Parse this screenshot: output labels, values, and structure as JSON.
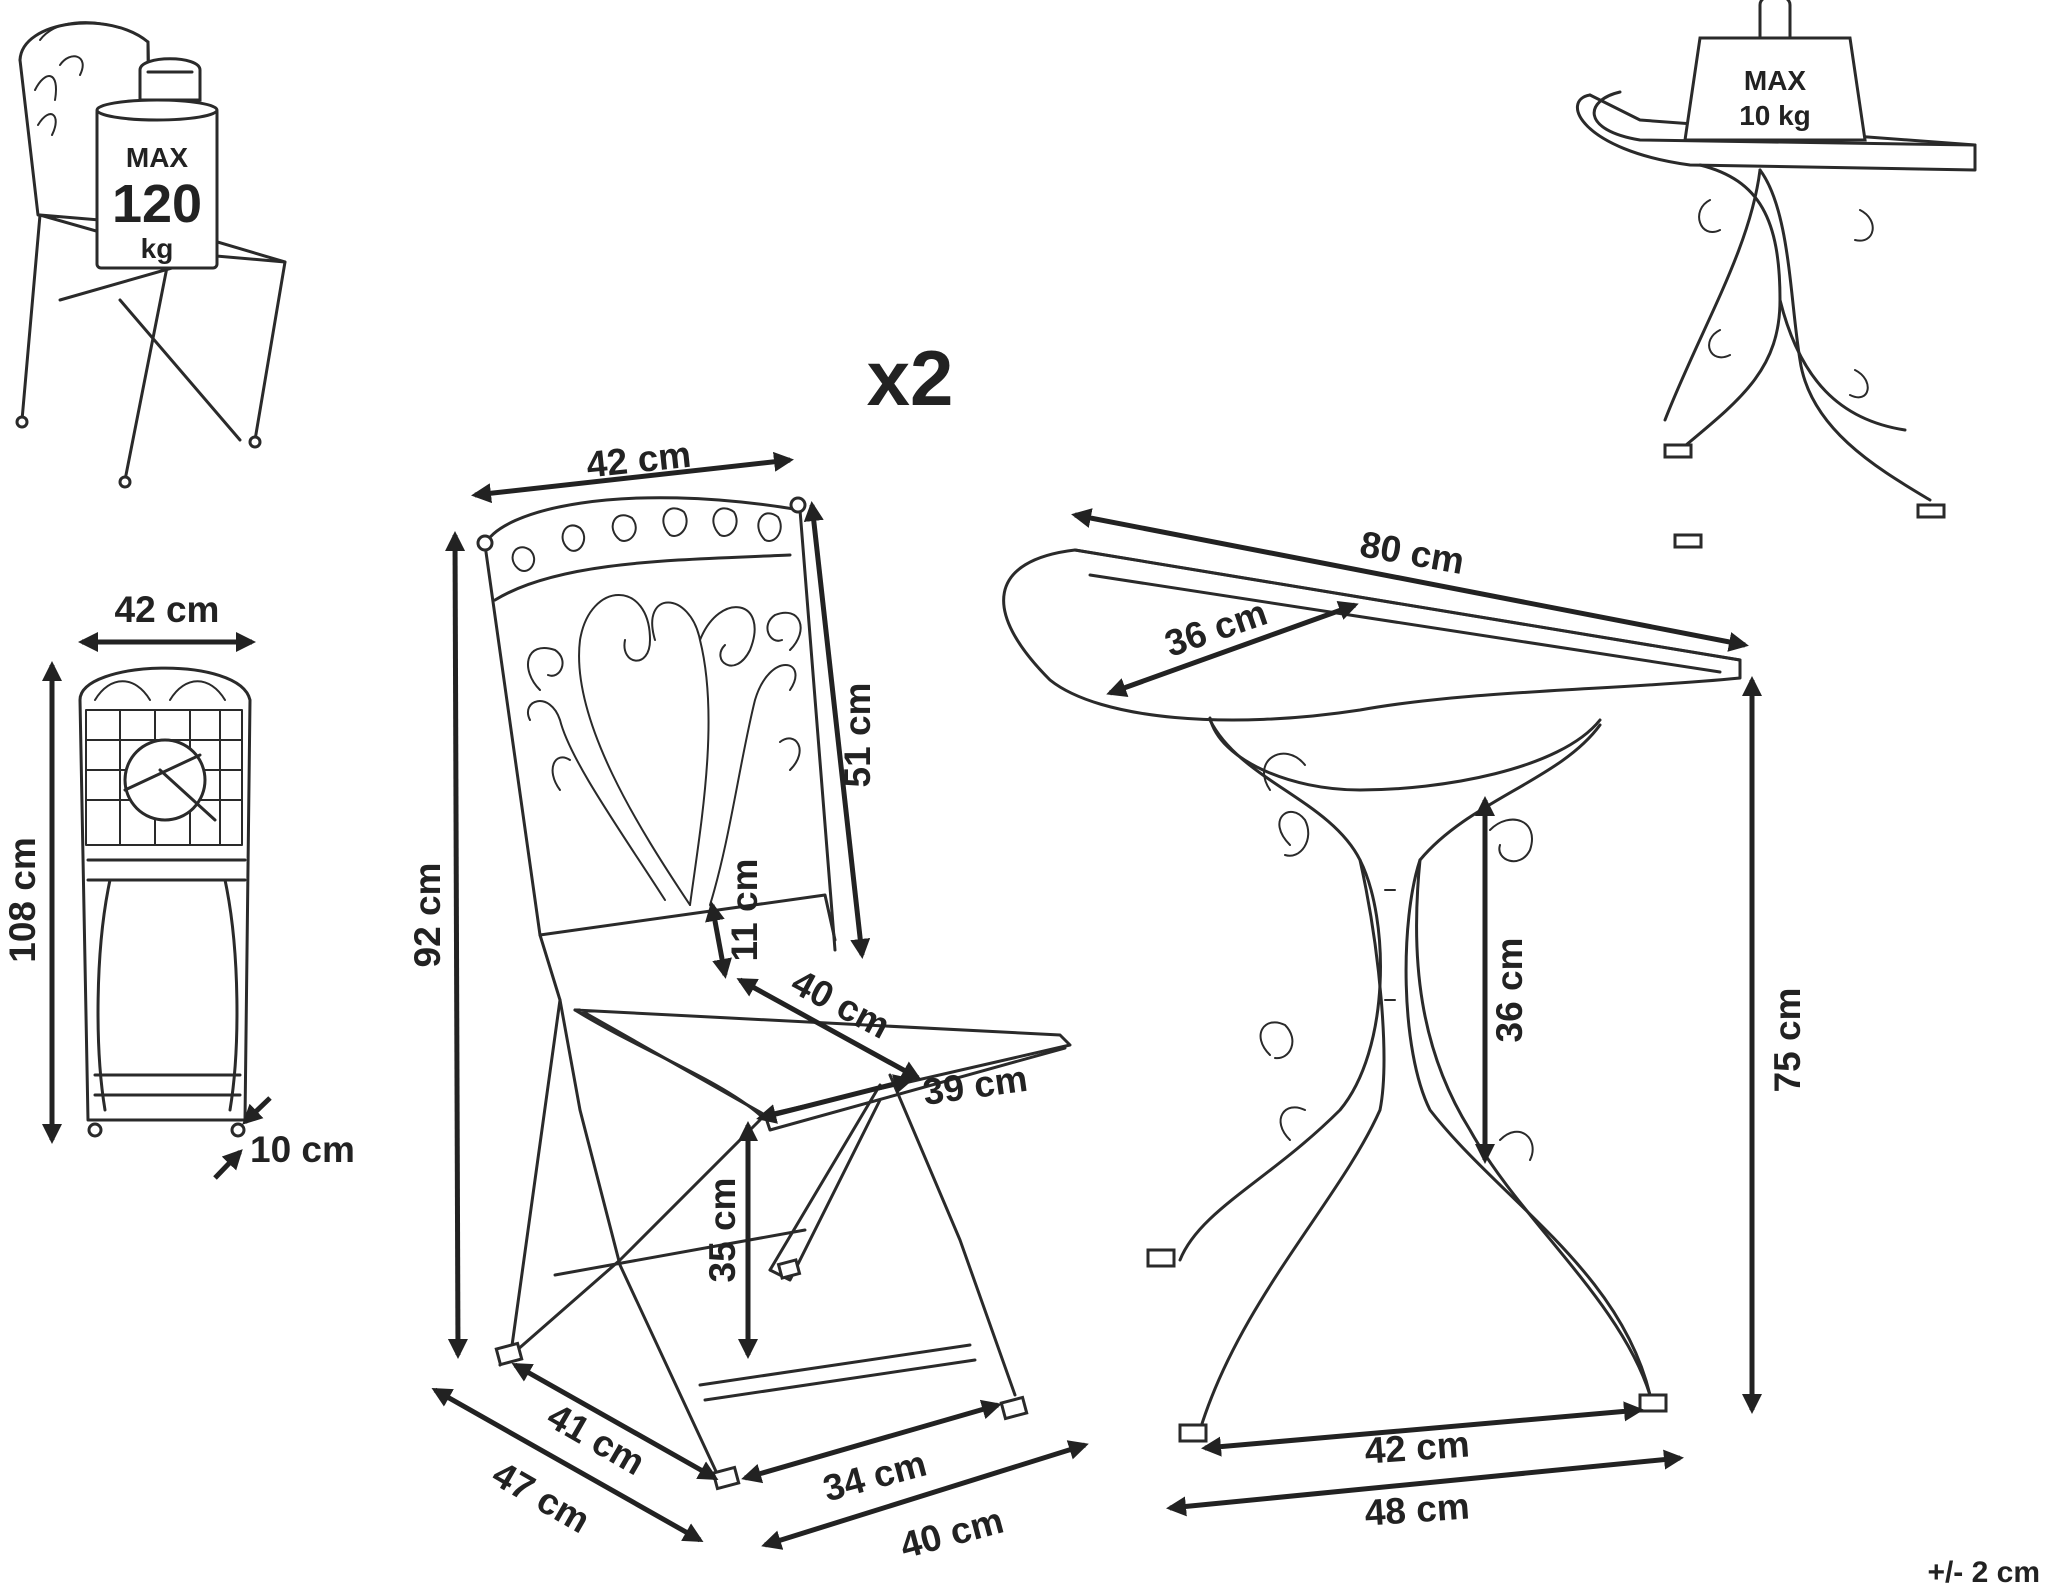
{
  "multiplier": "x2",
  "tolerance": "+/- 2 cm",
  "weights": {
    "chair_max_label": "MAX",
    "chair_max_value": "120",
    "chair_max_unit": "kg",
    "table_max_label": "MAX",
    "table_max_value": "10 kg"
  },
  "dimensions": {
    "folded_width": "42 cm",
    "folded_height": "108 cm",
    "folded_depth": "10 cm",
    "chair_width": "42 cm",
    "chair_height": "92 cm",
    "backrest_height": "51 cm",
    "armrest_gap": "11 cm",
    "seat_depth": "40 cm",
    "seat_width": "39 cm",
    "seat_height": "35 cm",
    "chair_footprint_side": "41 cm",
    "chair_footprint_side_outer": "47 cm",
    "chair_footprint_front": "34 cm",
    "chair_footprint_front_outer": "40 cm",
    "table_width": "80 cm",
    "table_depth": "36 cm",
    "table_apron_height": "36 cm",
    "table_height": "75 cm",
    "table_footprint_inner": "42 cm",
    "table_footprint_outer": "48 cm"
  }
}
